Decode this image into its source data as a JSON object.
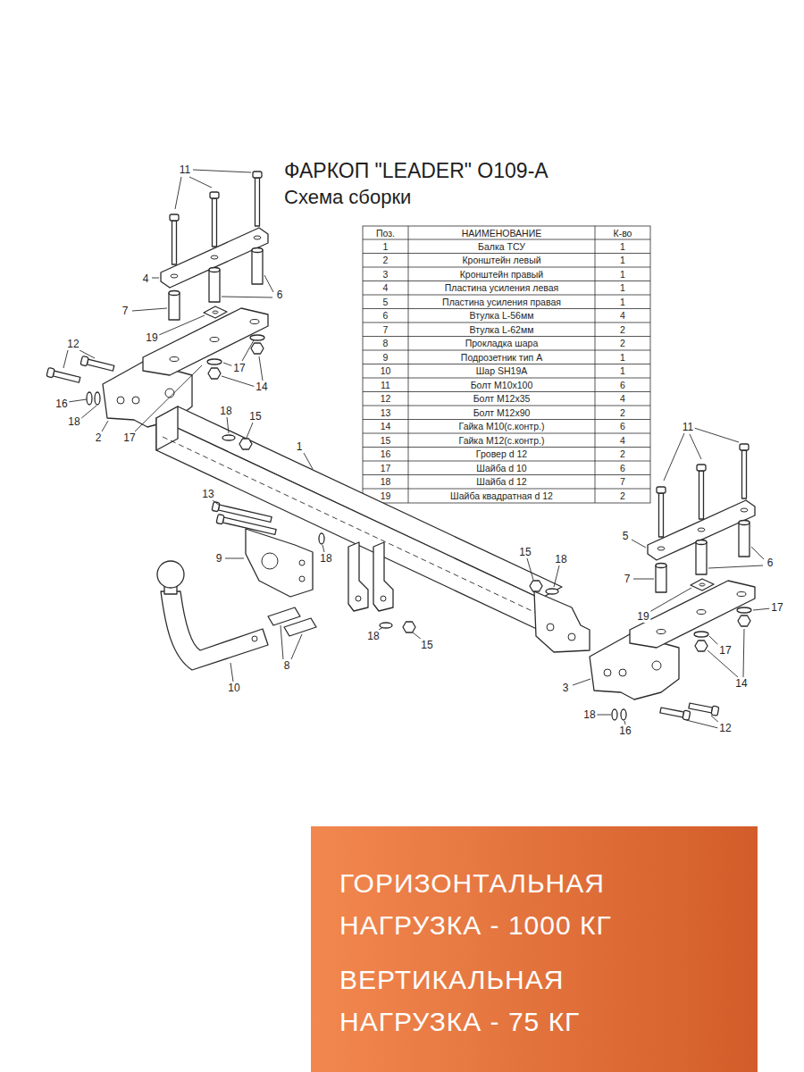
{
  "diagram": {
    "title": "ФАРКОП \"LEADER\" O109-A",
    "nodes": [
      {
        "text": [
          "ГОРИЗОНТАЛЬНАЯ НАГРУЗКА - 1000 КГ",
          "ВЕРТИКАЛЬНАЯ НАГРУЗКА - 75 КГ"
        ]
      }
    ],
    "labels": [
      "Схема сборки",
      "Поз.",
      "НАИМЕНОВАНИЕ",
      "К-во",
      "1",
      "Балка ТСУ",
      "1",
      "2",
      "Кронштейн левый",
      "1",
      "3",
      "Кронштейн правый",
      "1",
      "4",
      "Пластина усиления левая",
      "1",
      "5",
      "Пластина усиления правая",
      "1",
      "6",
      "Втулка L-56мм",
      "4",
      "7",
      "Втулка L-62мм",
      "2",
      "8",
      "Прокладка шара",
      "2",
      "9",
      "Подрозетник тип А",
      "1",
      "10",
      "Шар SH19A",
      "1",
      "11",
      "Болт М10х100",
      "6",
      "12",
      "Болт М12х35",
      "4",
      "13",
      "Болт М12х90",
      "2",
      "14",
      "Гайка М10(с.контр.)",
      "6",
      "15",
      "Гайка М12(с.контр.)",
      "4",
      "16",
      "Гровер d 12",
      "2",
      "17",
      "Шайба d 10",
      "6",
      "18",
      "Шайба d 12",
      "7",
      "19",
      "Шайба квадратная d 12",
      "2",
      "11",
      "4",
      "6",
      "7",
      "19",
      "12",
      "17",
      "14",
      "16",
      "18",
      "2",
      "17",
      "18",
      "15",
      "1",
      "13",
      "18",
      "9",
      "15",
      "18",
      "18",
      "15",
      "8",
      "10",
      "11",
      "5",
      "6",
      "7",
      "19",
      "17",
      "17",
      "14",
      "3",
      "18",
      "16",
      "12"
    ]
  }
}
